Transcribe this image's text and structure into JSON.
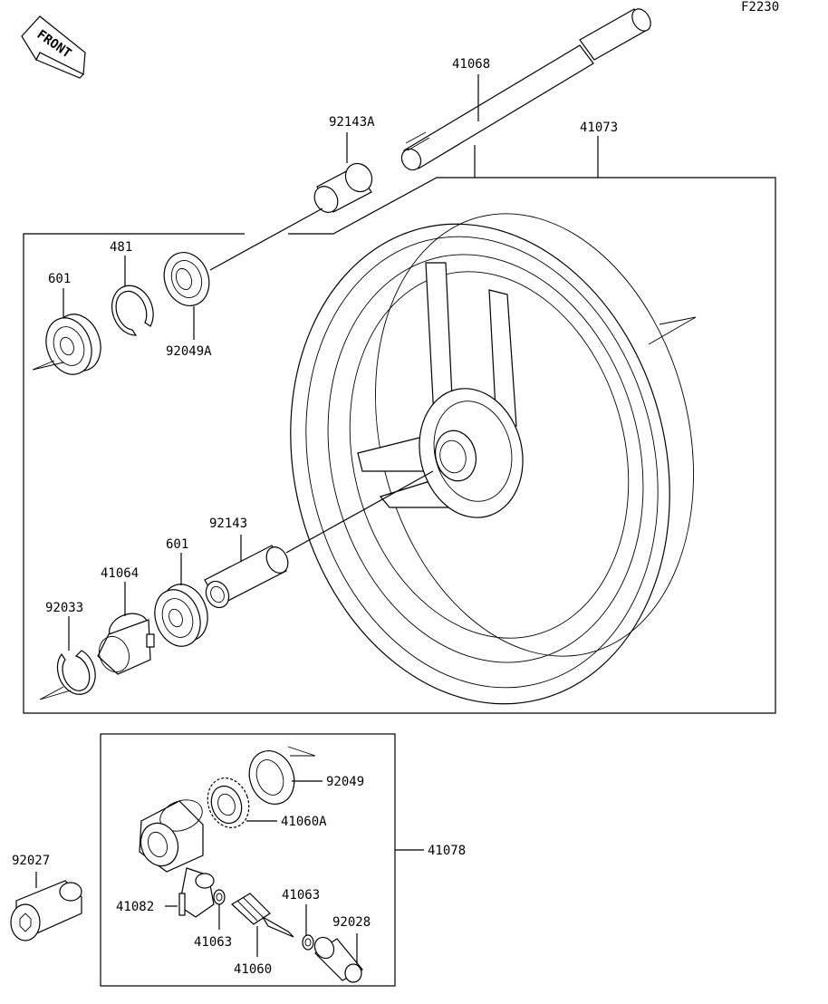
{
  "figure_code": "F2230",
  "front_label": "FRONT",
  "labels": {
    "p41068": "41068",
    "p92143A": "92143A",
    "p41073": "41073",
    "p481": "481",
    "p601_top": "601",
    "p92049A": "92049A",
    "p92143": "92143",
    "p601_bottom": "601",
    "p41064": "41064",
    "p92033": "92033",
    "p92049": "92049",
    "p41060A": "41060A",
    "p41078": "41078",
    "p92027": "92027",
    "p41082": "41082",
    "p41063_left": "41063",
    "p41063_right": "41063",
    "p92028": "92028",
    "p41060": "41060"
  }
}
